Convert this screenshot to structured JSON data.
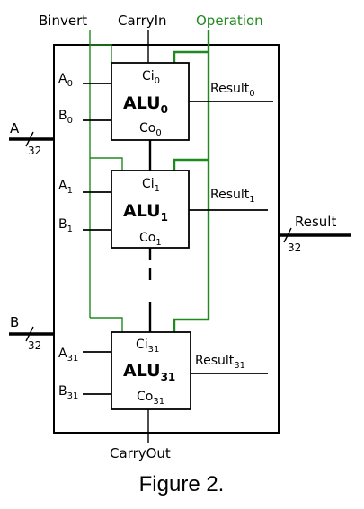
{
  "labels": {
    "binvert": "Binvert",
    "carry_in": "CarryIn",
    "operation": "Operation",
    "carry_out": "CarryOut",
    "a_bus": "A",
    "b_bus": "B",
    "result_bus": "Result",
    "width": "32",
    "caption": "Figure 2."
  },
  "alus": [
    {
      "name": "ALU",
      "sub": "0",
      "a": "A",
      "a_sub": "0",
      "b": "B",
      "b_sub": "0",
      "ci": "Ci",
      "ci_sub": "0",
      "co": "Co",
      "co_sub": "0",
      "result": "Result",
      "result_sub": "0"
    },
    {
      "name": "ALU",
      "sub": "1",
      "a": "A",
      "a_sub": "1",
      "b": "B",
      "b_sub": "1",
      "ci": "Ci",
      "ci_sub": "1",
      "co": "Co",
      "co_sub": "1",
      "result": "Result",
      "result_sub": "1"
    },
    {
      "name": "ALU",
      "sub": "31",
      "a": "A",
      "a_sub": "31",
      "b": "B",
      "b_sub": "31",
      "ci": "Ci",
      "ci_sub": "31",
      "co": "Co",
      "co_sub": "31",
      "result": "Result",
      "result_sub": "31"
    }
  ],
  "colors": {
    "wire": "#000000",
    "control": "#1f8a1f"
  }
}
